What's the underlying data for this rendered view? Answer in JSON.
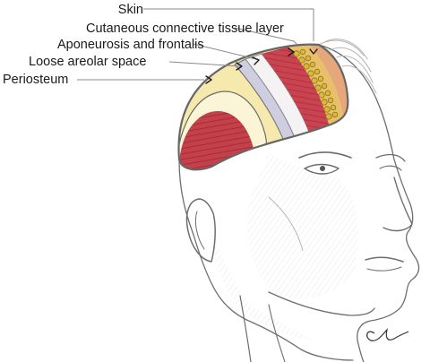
{
  "labels": {
    "skin": "Skin",
    "cutaneous": "Cutaneous connective tissue layer",
    "aponeurosis": "Aponeurosis and frontalis",
    "areolar": "Loose areolar space",
    "periosteum": "Periosteum"
  },
  "colors": {
    "muscle": "#c4404a",
    "muscle_dark": "#9a2a33",
    "bone_yellow": "#f6e9ad",
    "aponeurosis_band": "#cfcde0",
    "fat_globules": "#d9b83a",
    "skin_layer": "#e6a77a",
    "outline": "#6b6b6b"
  }
}
